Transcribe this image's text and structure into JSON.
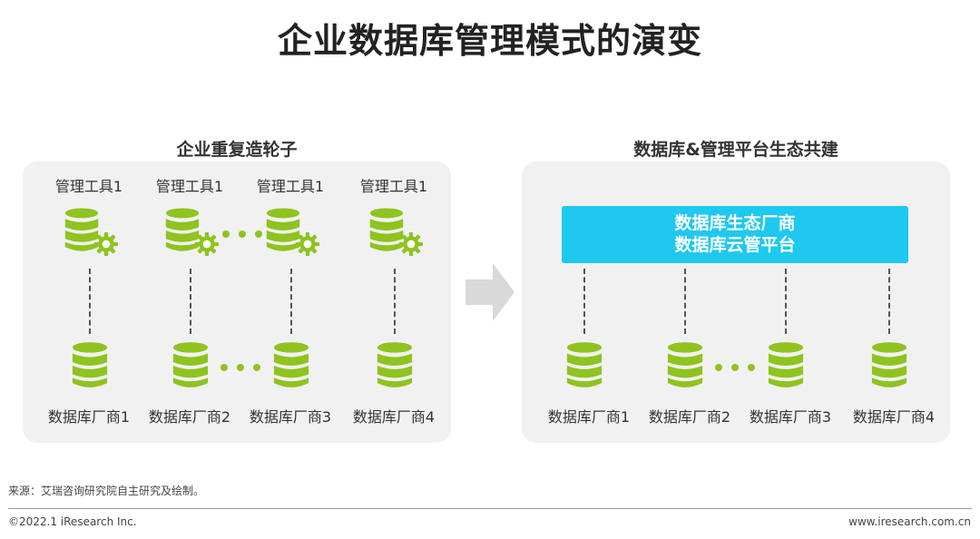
{
  "title": "企业数据库管理模式的演变",
  "left_panel": {
    "title": "企业重复造轮子",
    "tools": [
      "管理工具1",
      "管理工具1",
      "管理工具1",
      "管理工具1"
    ],
    "vendors": [
      "数据库厂商1",
      "数据库厂商2",
      "数据库厂商3",
      "数据库厂商4"
    ]
  },
  "right_panel": {
    "title": "数据库&管理平台生态共建",
    "platform_line1": "数据库生态厂商",
    "platform_line2": "数据库云管平台",
    "vendors": [
      "数据库厂商1",
      "数据库厂商2",
      "数据库厂商3",
      "数据库厂商4"
    ]
  },
  "icons": {
    "tool": "database-gear-icon",
    "vendor": "database-icon",
    "transition": "arrow-right-icon"
  },
  "colors": {
    "db_green": "#8fc31f",
    "platform_blue": "#1ec8ef",
    "panel_bg": "#f1f1f1",
    "arrow_gray": "#d9d9d9"
  },
  "source": "来源：艾瑞咨询研究院自主研究及绘制。",
  "footer": {
    "copyright": "©2022.1 iResearch Inc.",
    "website": "www.iresearch.com.cn"
  }
}
